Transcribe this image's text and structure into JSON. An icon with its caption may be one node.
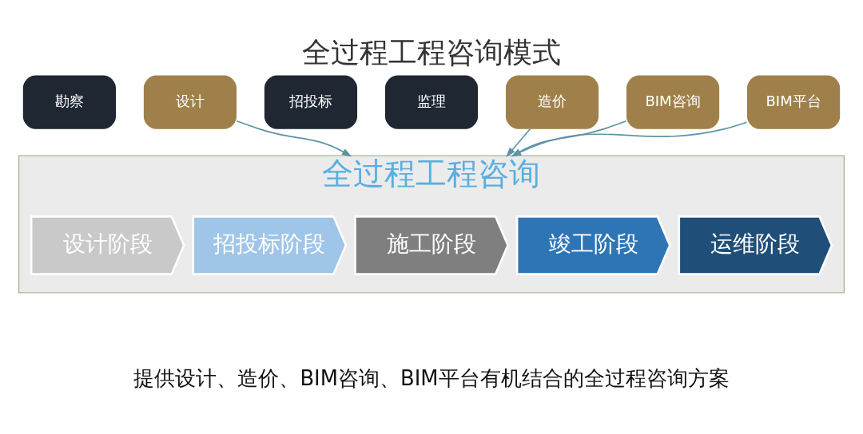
{
  "diagram": {
    "title": "全过程工程咨询模式",
    "caption": "提供设计、造价、BIM咨询、BIM平台有机结合的全过程咨询方案",
    "nodes": [
      {
        "text": [
          "勘察"
        ]
      },
      {
        "text": [
          "设计"
        ]
      },
      {
        "text": [
          "招投标"
        ]
      },
      {
        "text": [
          "监理"
        ]
      },
      {
        "text": [
          "造价"
        ]
      },
      {
        "text": [
          "BIM咨询"
        ]
      },
      {
        "text": [
          "BIM平台"
        ]
      },
      {
        "text": [
          "全过程工程咨询"
        ]
      },
      {
        "text": [
          "设计阶段"
        ],
        "in": 7
      },
      {
        "text": [
          "招投标阶段"
        ],
        "in": 7
      },
      {
        "text": [
          "施工阶段"
        ],
        "in": 7
      },
      {
        "text": [
          "竣工阶段"
        ],
        "in": 7
      },
      {
        "text": [
          "运维阶段"
        ],
        "in": 7
      }
    ],
    "edges": [
      {
        "from": 1,
        "to": 7,
        "arrow": "to"
      },
      {
        "from": 4,
        "to": 7,
        "arrow": "to"
      },
      {
        "from": 5,
        "to": 7,
        "arrow": "to"
      },
      {
        "from": 6,
        "to": 7,
        "arrow": "to"
      }
    ]
  }
}
